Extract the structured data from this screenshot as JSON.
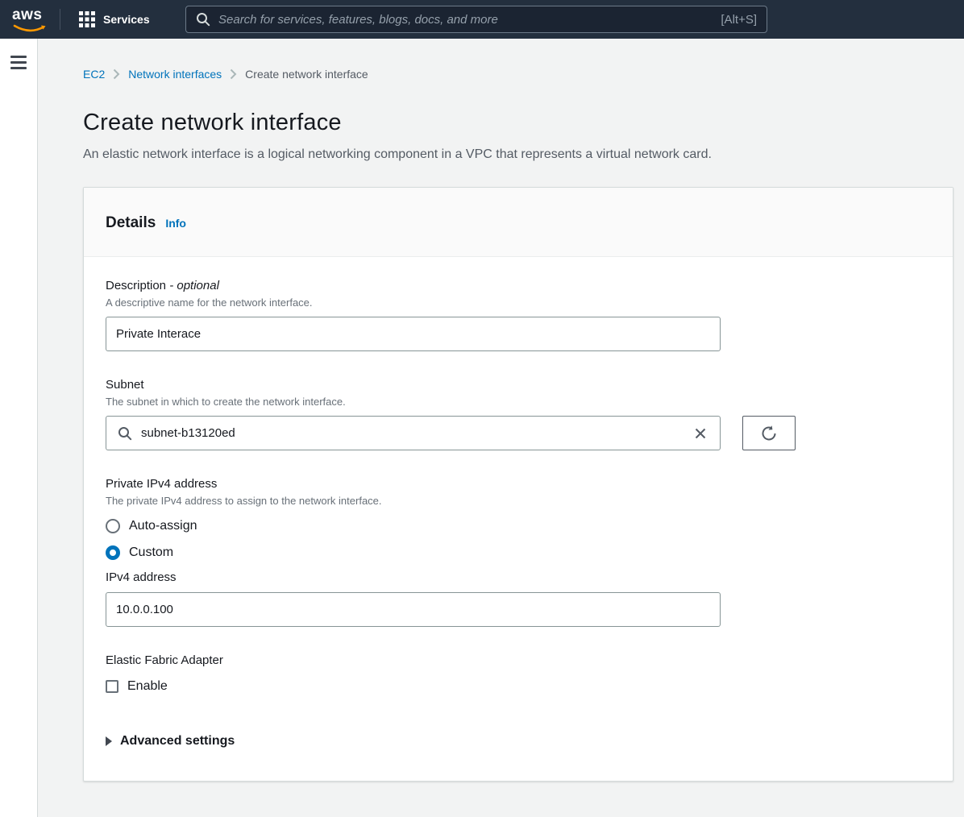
{
  "topbar": {
    "logo_text": "aws",
    "services_label": "Services",
    "search_placeholder": "Search for services, features, blogs, docs, and more",
    "search_shortcut": "[Alt+S]"
  },
  "breadcrumb": {
    "items": [
      {
        "label": "EC2"
      },
      {
        "label": "Network interfaces"
      },
      {
        "label": "Create network interface"
      }
    ]
  },
  "page": {
    "title": "Create network interface",
    "subtitle": "An elastic network interface is a logical networking component in a VPC that represents a virtual network card."
  },
  "details_card": {
    "title": "Details",
    "info_label": "Info",
    "description": {
      "label": "Description ",
      "optional_suffix": "- optional",
      "helper": "A descriptive name for the network interface.",
      "value": "Private Interace"
    },
    "subnet": {
      "label": "Subnet",
      "helper": "The subnet in which to create the network interface.",
      "value": "subnet-b13120ed"
    },
    "private_ipv4": {
      "label": "Private IPv4 address",
      "helper": "The private IPv4 address to assign to the network interface.",
      "options": [
        {
          "label": "Auto-assign",
          "selected": false
        },
        {
          "label": "Custom",
          "selected": true
        }
      ],
      "subfield_label": "IPv4 address",
      "subfield_value": "10.0.0.100"
    },
    "efa": {
      "label": "Elastic Fabric Adapter",
      "checkbox_label": "Enable",
      "checked": false
    },
    "advanced_label": "Advanced settings"
  },
  "colors": {
    "topbar_bg": "#232f3e",
    "accent_orange": "#ff9900",
    "link_blue": "#0073bb",
    "radio_selected_blue": "#0073bb",
    "page_bg": "#f2f3f3",
    "text_dark": "#16191f",
    "helper_gray": "#687078"
  }
}
